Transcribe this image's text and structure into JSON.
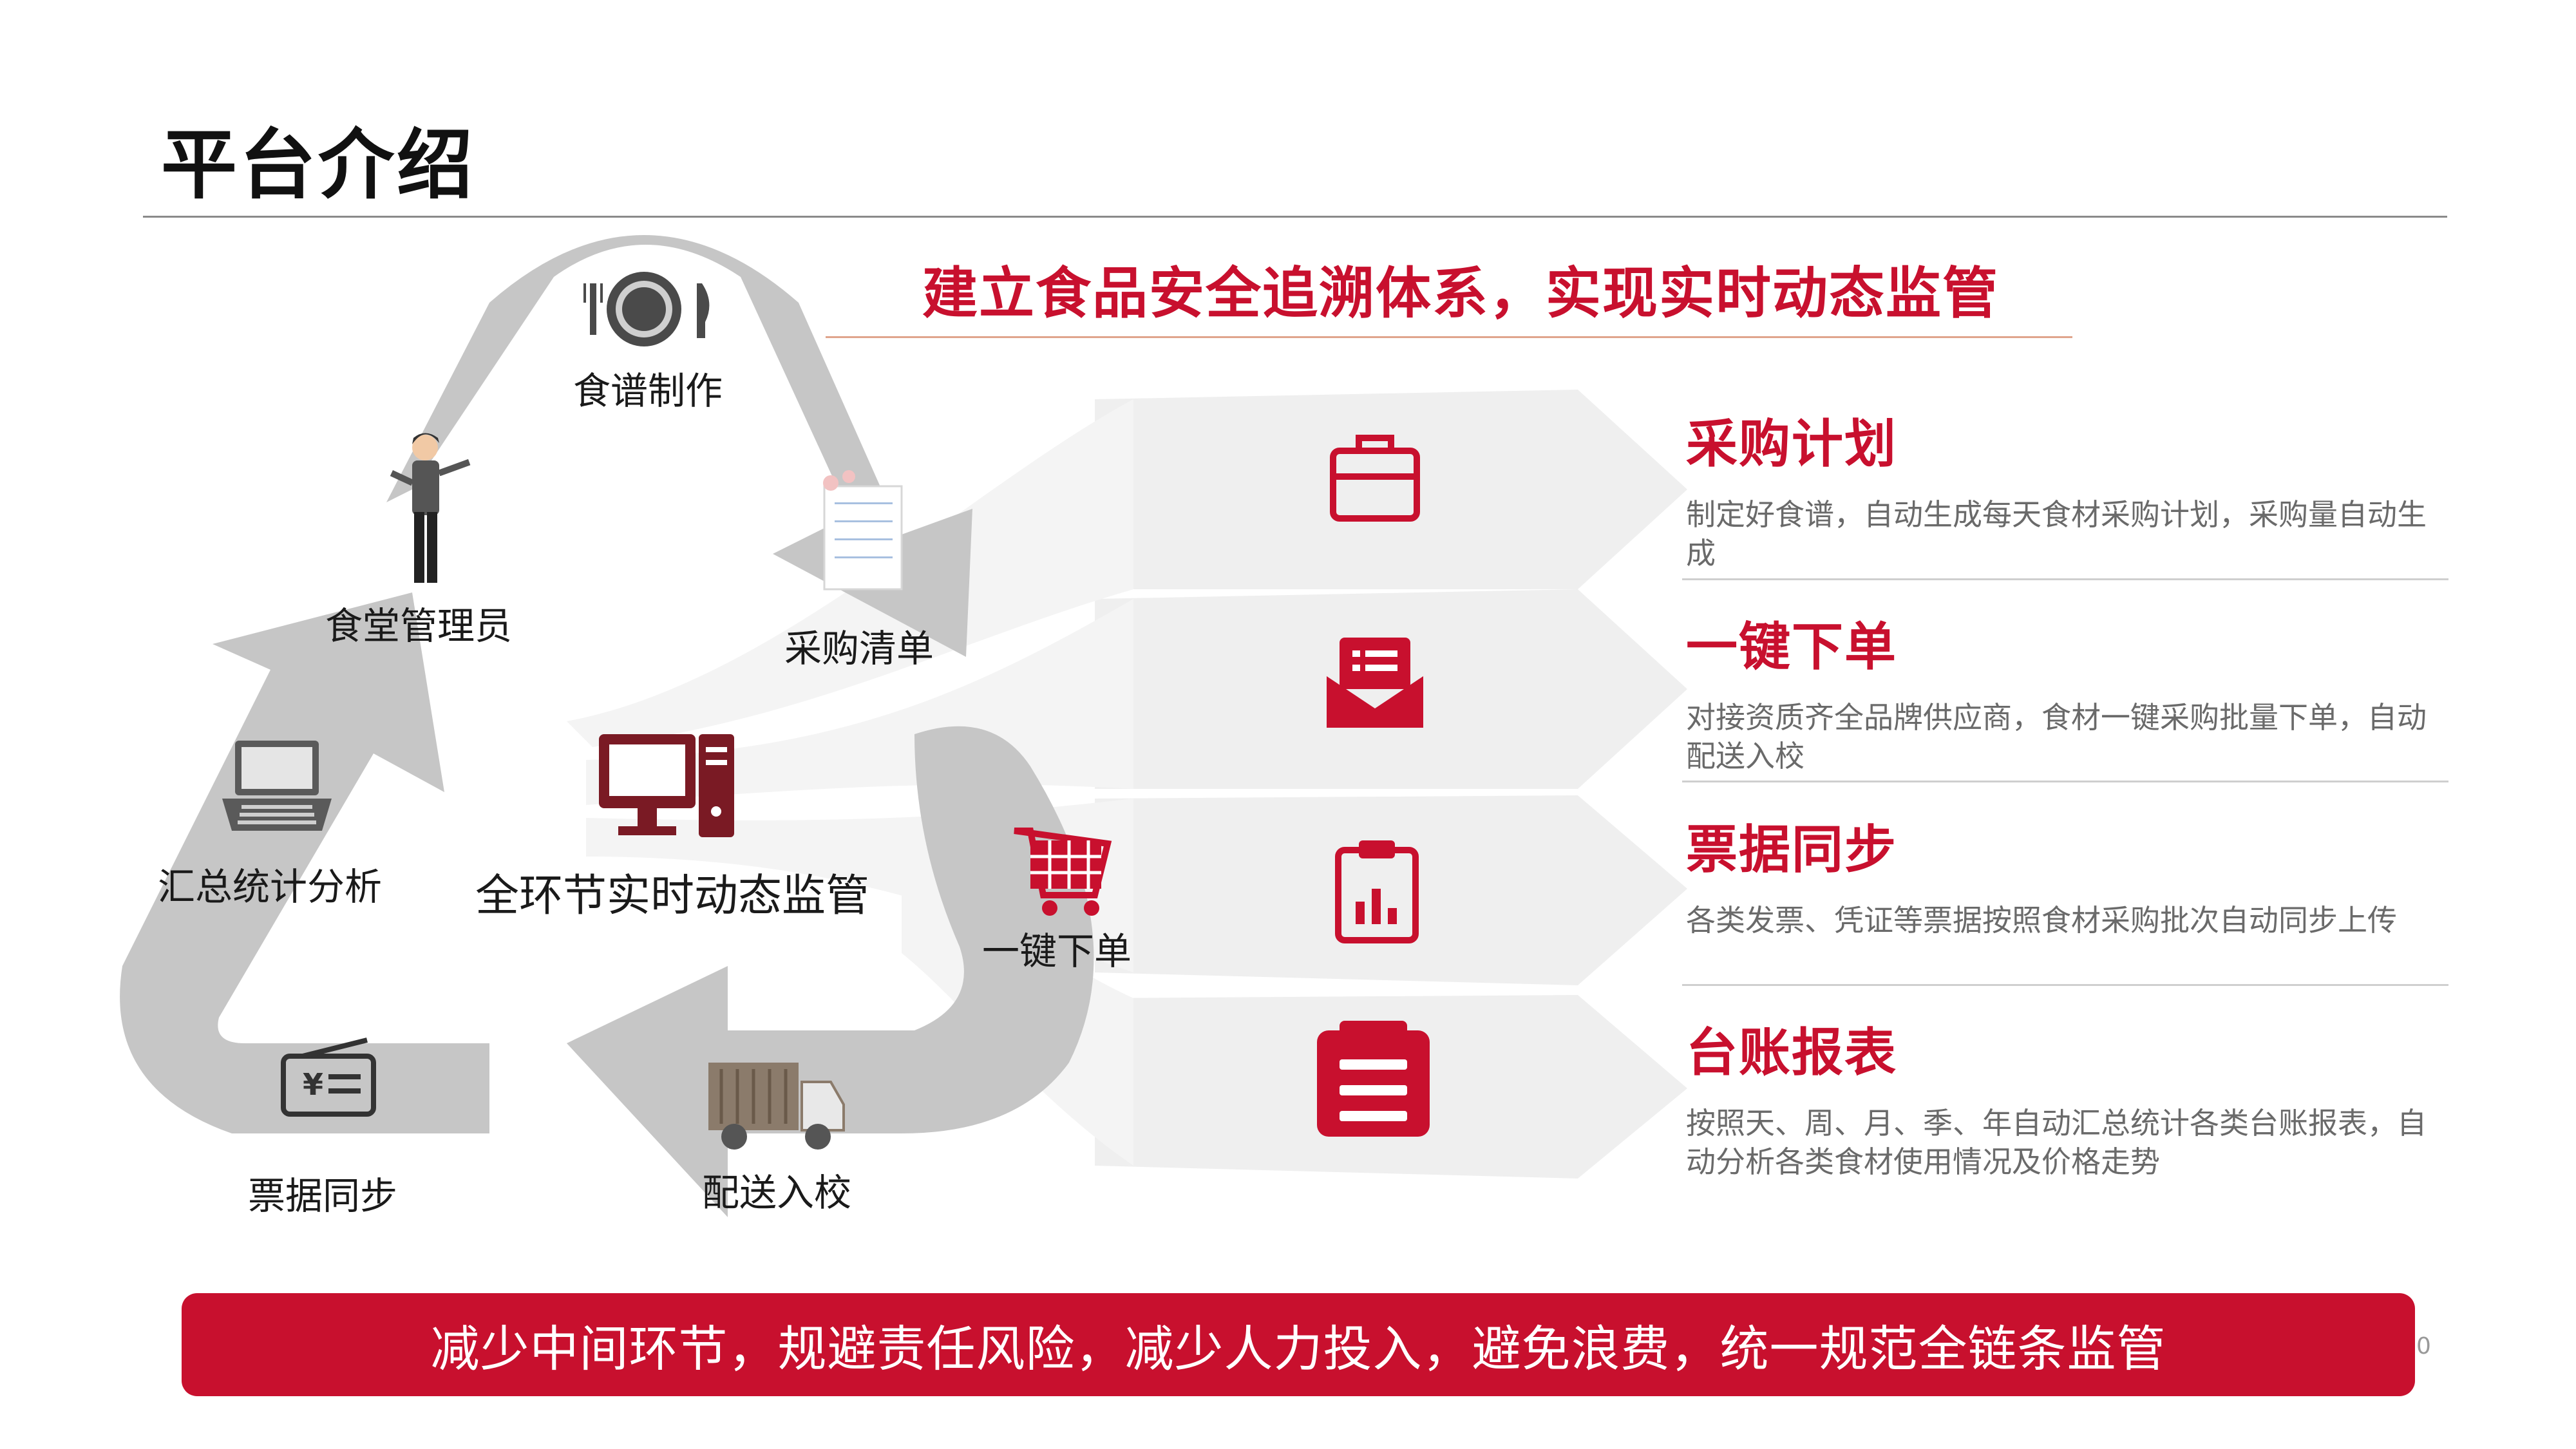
{
  "page": {
    "title": "平台介绍",
    "headline": "建立食品安全追溯体系，实现实时动态监管",
    "page_number": "0"
  },
  "cycle": {
    "center_label": "全环节实时动态监管",
    "steps": [
      {
        "label": "食谱制作",
        "icon": "plate-fork-knife-icon"
      },
      {
        "label": "采购清单",
        "icon": "checklist-paper-icon"
      },
      {
        "label": "一键下单",
        "icon": "shopping-cart-icon"
      },
      {
        "label": "配送入校",
        "icon": "delivery-truck-icon"
      },
      {
        "label": "票据同步",
        "icon": "yen-ticket-icon"
      },
      {
        "label": "汇总统计分析",
        "icon": "laptop-icon"
      },
      {
        "label": "食堂管理员",
        "icon": "manager-person-icon"
      }
    ]
  },
  "features": [
    {
      "title": "采购计划",
      "description": "制定好食谱，自动生成每天食材采购计划，采购量自动生成",
      "icon": "briefcase-icon"
    },
    {
      "title": "一键下单",
      "description": "对接资质齐全品牌供应商，食材一键采购批量下单，自动配送入校",
      "icon": "envelope-list-icon"
    },
    {
      "title": "票据同步",
      "description": "各类发票、凭证等票据按照食材采购批次自动同步上传",
      "icon": "clipboard-chart-icon"
    },
    {
      "title": "台账报表",
      "description": "按照天、周、月、季、年自动汇总统计各类台账报表，自动分析各类食材使用情况及价格走势",
      "icon": "report-list-icon"
    }
  ],
  "banner": {
    "text": "减少中间环节，规避责任风险，减少人力投入，避免浪费，统一规范全链条监管"
  },
  "colors": {
    "accent": "#c8102e",
    "cycle_arrow": "#c6c6c6",
    "feature_band": "#efefef"
  }
}
